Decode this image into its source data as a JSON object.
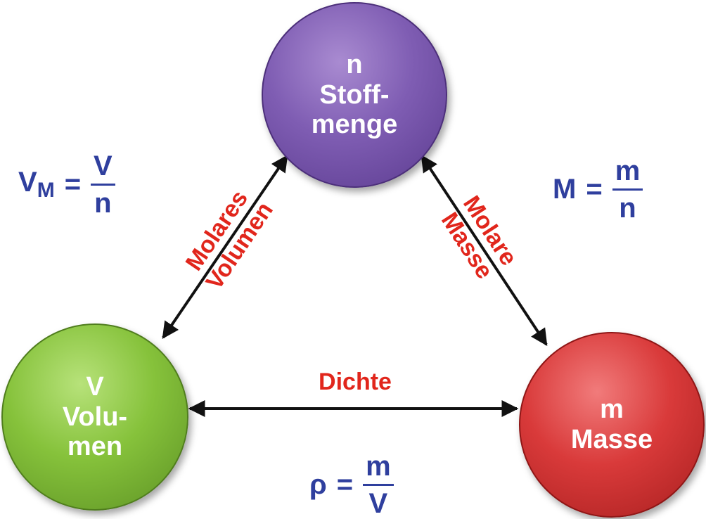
{
  "nodes": {
    "stoffmenge": {
      "symbol": "n",
      "label_line1": "Stoff-",
      "label_line2": "menge",
      "color": "#7f5db3"
    },
    "volumen": {
      "symbol": "V",
      "label_line1": "Volu-",
      "label_line2": "men",
      "color": "#86c23b"
    },
    "masse": {
      "symbol": "m",
      "label": "Masse",
      "color": "#d93a3a"
    }
  },
  "edges": {
    "molares_volumen": {
      "line1": "Molares",
      "line2": "Volumen"
    },
    "molare_masse": {
      "line1": "Molare",
      "line2": "Masse"
    },
    "dichte": {
      "label": "Dichte"
    }
  },
  "formulas": {
    "molar_volume": {
      "lhs": "V",
      "lhs_sub": "M",
      "eq": "=",
      "num": "V",
      "den": "n"
    },
    "molar_mass": {
      "lhs": "M",
      "eq": "=",
      "num": "m",
      "den": "n"
    },
    "density": {
      "lhs": "ρ",
      "eq": "=",
      "num": "m",
      "den": "V"
    }
  },
  "colors": {
    "label_red": "#e1261c",
    "formula_blue": "#2f3f9e",
    "arrow": "#111111"
  }
}
